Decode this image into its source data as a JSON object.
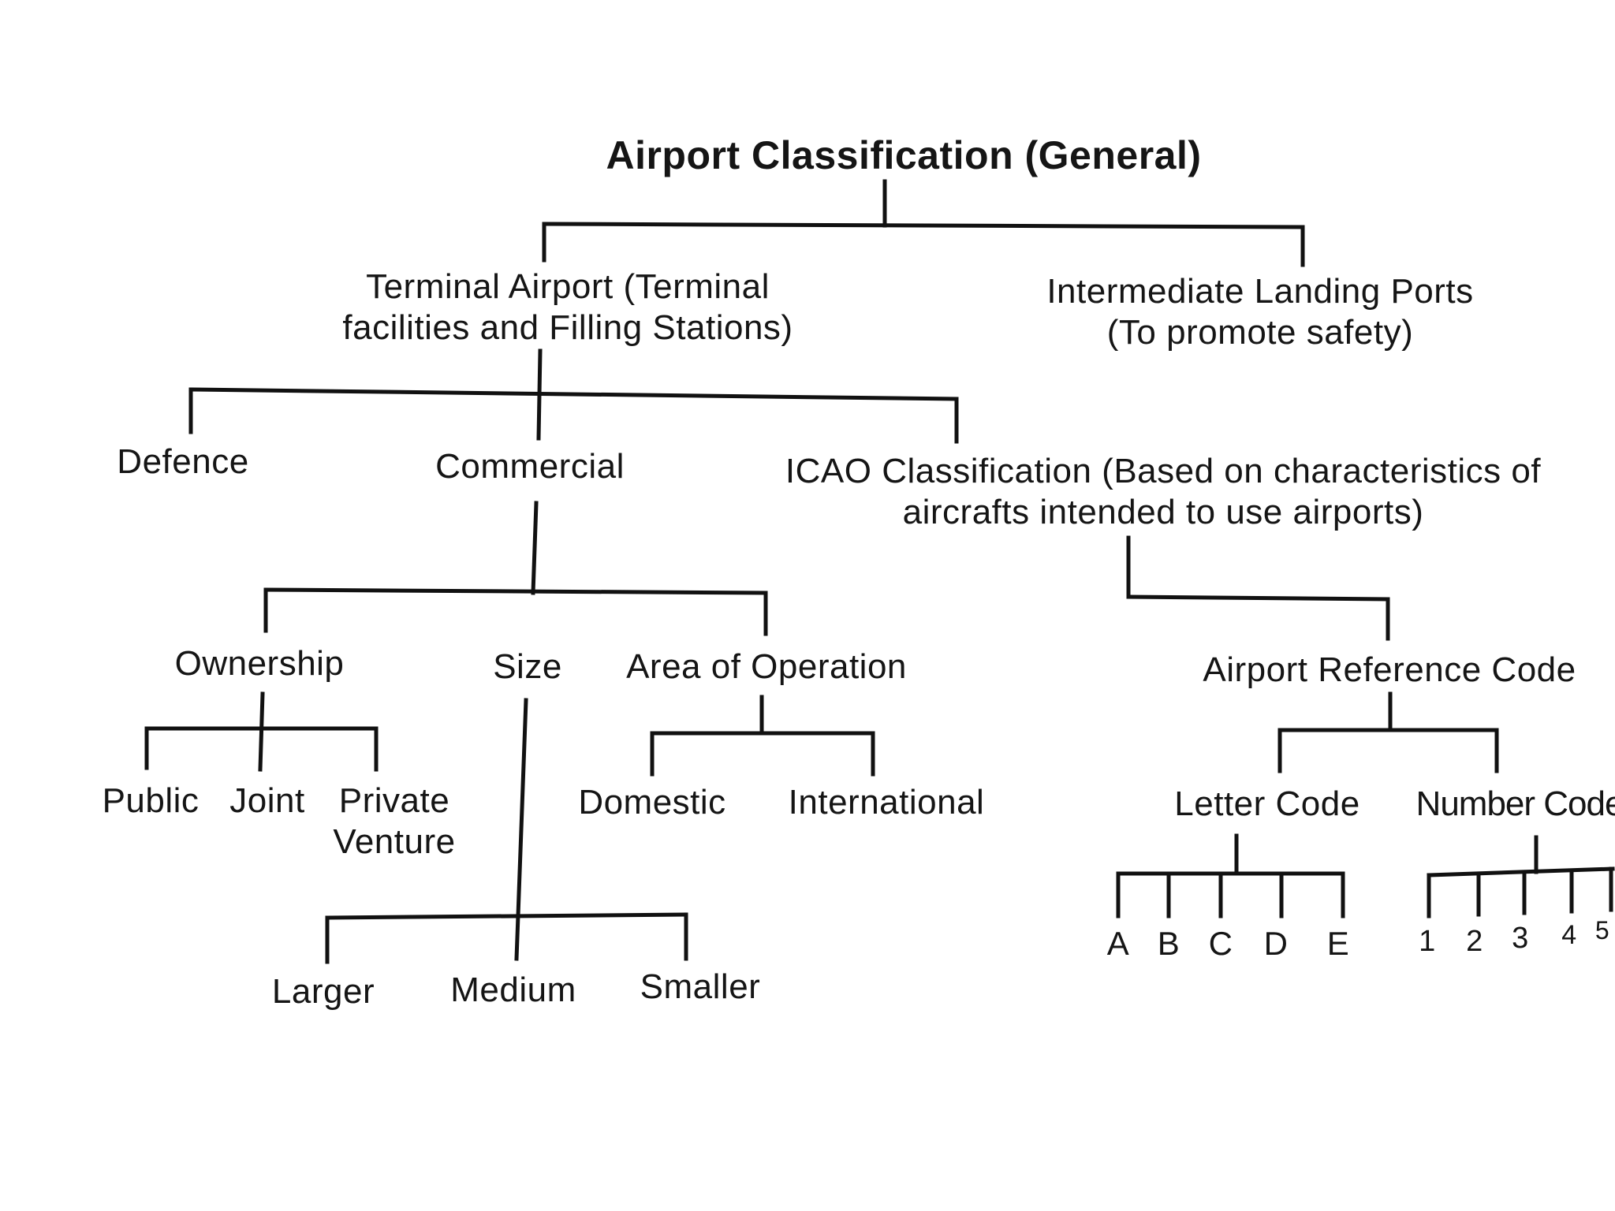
{
  "diagram": {
    "title": "Airport Classification (General)",
    "nodes": {
      "terminal_line1": "Terminal Airport (Terminal",
      "terminal_line2": "facilities and Filling Stations)",
      "intermediate_line1": "Intermediate Landing Ports",
      "intermediate_line2": "(To promote safety)",
      "defence": "Defence",
      "commercial": "Commercial",
      "icao_line1": "ICAO Classification (Based on characteristics of",
      "icao_line2": "aircrafts intended to use airports)",
      "ownership": "Ownership",
      "size": "Size",
      "area_of_operation": "Area of Operation",
      "public": "Public",
      "joint": "Joint",
      "private_venture_line1": "Private",
      "private_venture_line2": "Venture",
      "domestic": "Domestic",
      "international": "International",
      "larger": "Larger",
      "medium": "Medium",
      "smaller": "Smaller",
      "airport_reference_code": "Airport Reference Code",
      "letter_code": "Letter Code",
      "number_code": "Number Code",
      "letters": [
        "A",
        "B",
        "C",
        "D",
        "E"
      ],
      "numbers": [
        "1",
        "2",
        "3",
        "4",
        "5"
      ]
    }
  }
}
